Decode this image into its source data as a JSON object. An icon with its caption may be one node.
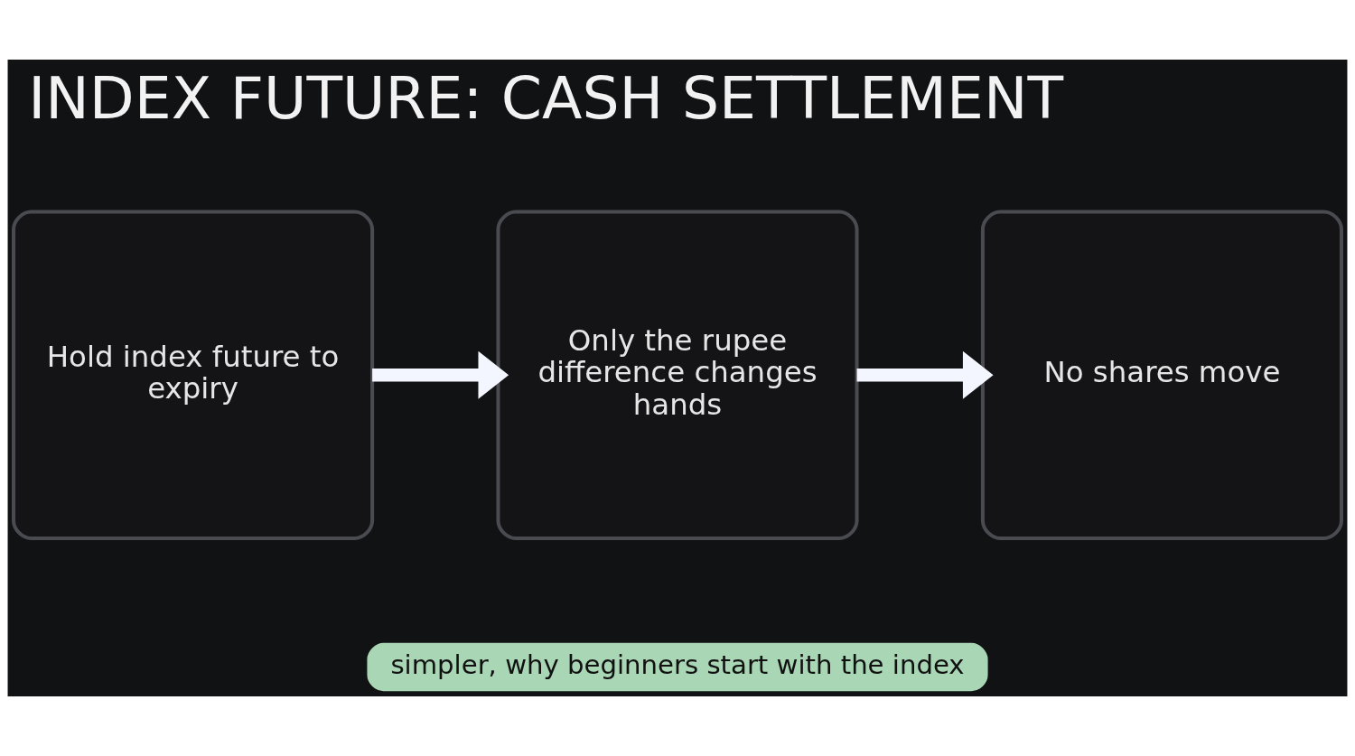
{
  "diagram": {
    "title": "INDEX FUTURE: CASH SETTLEMENT",
    "nodes": [
      {
        "text": [
          "Hold index future to expiry"
        ]
      },
      {
        "text": [
          "Only the rupee difference changes hands"
        ]
      },
      {
        "text": [
          "No shares move"
        ]
      },
      {
        "text": [
          "simpler, why beginners start with the index"
        ]
      }
    ],
    "edges": [
      {
        "from": 0,
        "to": 1,
        "arrow": "to"
      },
      {
        "from": 1,
        "to": 2,
        "arrow": "to"
      }
    ]
  }
}
